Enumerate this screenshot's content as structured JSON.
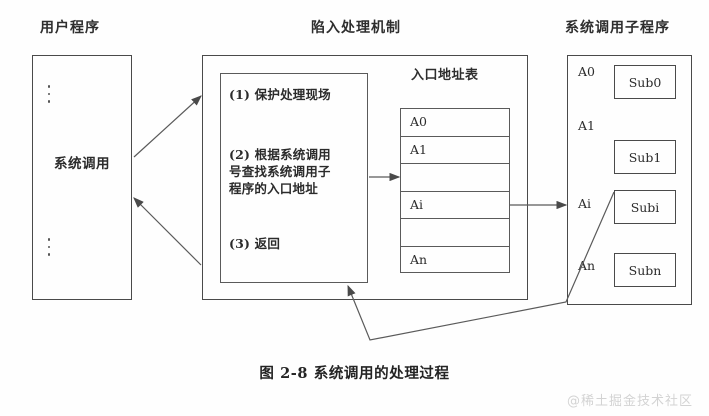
{
  "figure": {
    "caption": "图 2-8  系统调用的处理过程",
    "watermark": "@稀土掘金技术社区"
  },
  "headings": {
    "user_program": "用户程序",
    "trap_mechanism": "陷入处理机制",
    "syscall_subroutine": "系统调用子程序"
  },
  "user_program": {
    "label": "系统调用",
    "dots_top": "⋮",
    "dots_bottom": "⋮"
  },
  "trap": {
    "steps": [
      "(1) 保护处理现场",
      "(2) 根据系统调用\n号查找系统调用子\n程序的入口地址",
      "(3) 返回"
    ]
  },
  "entry_table": {
    "title": "入口地址表",
    "rows": [
      {
        "label": "A0"
      },
      {
        "label": "A1"
      },
      {
        "label": ""
      },
      {
        "label": "Ai"
      },
      {
        "label": ""
      },
      {
        "label": "An"
      }
    ]
  },
  "subroutines": {
    "addresses": [
      "A0",
      "A1",
      "Ai",
      "An"
    ],
    "boxes": [
      "Sub0",
      "Sub1",
      "Subi",
      "Subn"
    ]
  },
  "colors": {
    "line": "#4a4a4a",
    "text": "#2b2b2b",
    "background": "#fefefe",
    "watermark": "#d3d3d3"
  }
}
